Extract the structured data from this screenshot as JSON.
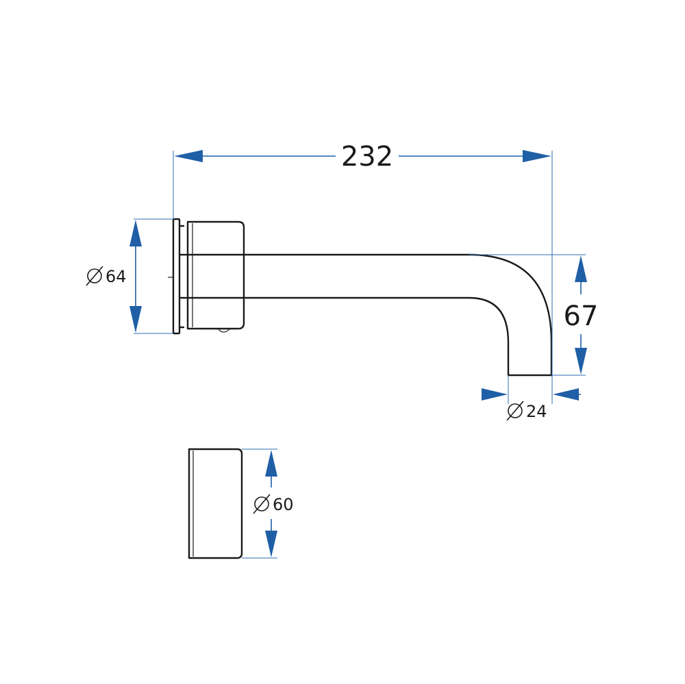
{
  "dimensions": {
    "overall_length": {
      "value": "232"
    },
    "wall_plate_diameter": {
      "symbol": "⌀",
      "value": "64"
    },
    "spout_height": {
      "value": "67"
    },
    "spout_outlet_diameter": {
      "symbol": "⌀",
      "value": "24"
    },
    "handle_diameter": {
      "symbol": "⌀",
      "value": "60"
    }
  },
  "colors": {
    "outline": "#1a1a1a",
    "dimension": "#1f5fa6",
    "background": "#ffffff"
  }
}
